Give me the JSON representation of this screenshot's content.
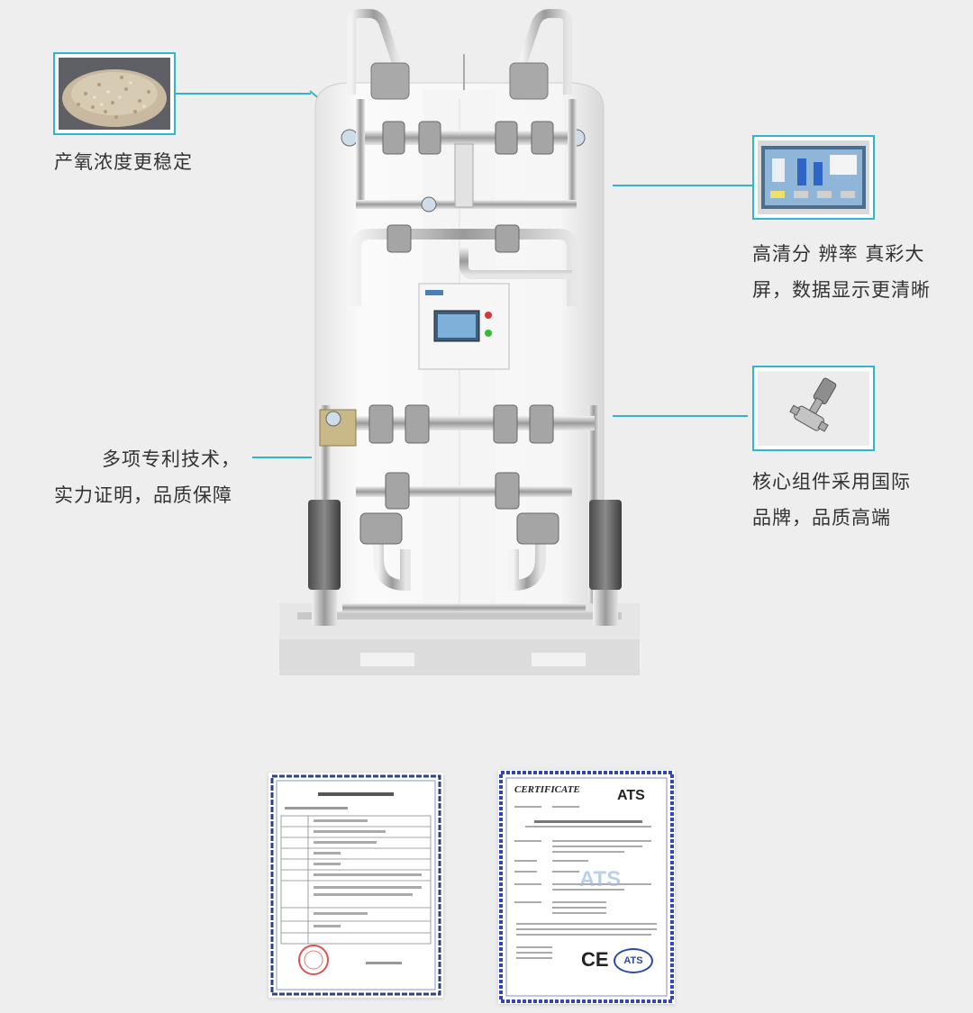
{
  "features": {
    "left_top": {
      "icon": "sieve-granules-image",
      "lines": [
        "产氧浓度更稳定"
      ]
    },
    "left_mid": {
      "lines": [
        "多项专利技术，",
        "实力证明，品质保障"
      ]
    },
    "right_top": {
      "icon": "hmi-touchscreen-image",
      "lines": [
        "高清分 辨率 真彩大",
        "屏，数据显示更清晰"
      ]
    },
    "right_mid": {
      "icon": "angle-seat-valve-image",
      "lines": [
        "核心组件采用国际",
        "品牌，品质高端"
      ]
    }
  },
  "certificates": {
    "patent": {
      "icon": "patent-certificate-image"
    },
    "ce": {
      "heading": "CERTIFICATE",
      "brand": "ATS",
      "marks": [
        "CE",
        "ATS"
      ]
    }
  },
  "colors": {
    "accent": "#31b4cf",
    "background": "#eeeeee"
  }
}
